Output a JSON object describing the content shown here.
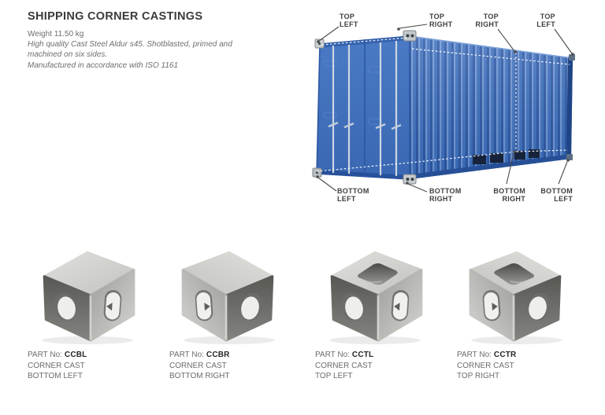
{
  "intro": {
    "title": "SHIPPING CORNER CASTINGS",
    "weight": "Weight 11.50 kg",
    "description": "High quality Cast Steel Aldur s45. Shotblasted, primed and machined on six sides.",
    "standard": "Manufactured in accordance with ISO 1161"
  },
  "diagram": {
    "corner_labels": {
      "top": [
        {
          "line1": "TOP",
          "line2": "LEFT"
        },
        {
          "line1": "TOP",
          "line2": "RIGHT"
        },
        {
          "line1": "TOP",
          "line2": "RIGHT"
        },
        {
          "line1": "TOP",
          "line2": "LEFT"
        }
      ],
      "bottom": [
        {
          "line1": "BOTTOM",
          "line2": "LEFT"
        },
        {
          "line1": "BOTTOM",
          "line2": "RIGHT"
        },
        {
          "line1": "BOTTOM",
          "line2": "RIGHT"
        },
        {
          "line1": "BOTTOM",
          "line2": "LEFT"
        }
      ]
    },
    "colors": {
      "container_blue": "#3d6fbe",
      "container_blue_dark": "#2b57a4",
      "container_blue_light": "#6f97d6",
      "label_text": "#3f3f3e"
    }
  },
  "products": {
    "part_label": "PART No:",
    "items": [
      {
        "part_no": "CCBL",
        "name_line1": "CORNER CAST",
        "name_line2": "BOTTOM LEFT"
      },
      {
        "part_no": "CCBR",
        "name_line1": "CORNER CAST",
        "name_line2": "BOTTOM RIGHT"
      },
      {
        "part_no": "CCTL",
        "name_line1": "CORNER CAST",
        "name_line2": "TOP LEFT"
      },
      {
        "part_no": "CCTR",
        "name_line1": "CORNER CAST",
        "name_line2": "TOP RIGHT"
      }
    ],
    "colors": {
      "casting_grey_light": "#d0d0cd",
      "casting_grey_dark": "#636460"
    }
  }
}
